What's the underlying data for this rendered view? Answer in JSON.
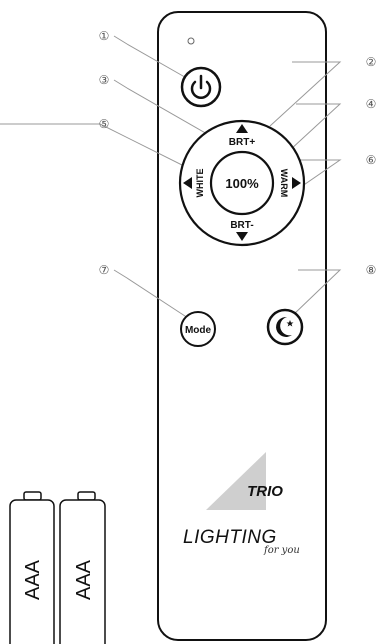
{
  "callouts": [
    {
      "id": "1",
      "text": "①"
    },
    {
      "id": "2",
      "text": "②"
    },
    {
      "id": "3",
      "text": "③"
    },
    {
      "id": "4",
      "text": "④"
    },
    {
      "id": "5",
      "text": "⑤"
    },
    {
      "id": "6",
      "text": "⑥"
    },
    {
      "id": "7",
      "text": "⑦"
    },
    {
      "id": "8",
      "text": "⑧"
    }
  ],
  "remote": {
    "dial": {
      "center_value": "100%",
      "top_label": "BRT+",
      "bottom_label": "BRT-",
      "left_label": "WHITE",
      "right_label": "WARM"
    },
    "mode_button_label": "Mode",
    "icons": [
      "power-icon",
      "moon-icon",
      "indicator-led",
      "arrow-up-icon",
      "arrow-down-icon",
      "arrow-left-icon",
      "arrow-right-icon"
    ]
  },
  "brand": {
    "logo_text": "TRIO",
    "wordmark": "LIGHTING",
    "tagline": "for you"
  },
  "batteries": [
    {
      "label": "AAA"
    },
    {
      "label": "AAA"
    }
  ],
  "colors": {
    "outline": "#111111",
    "leader_line": "#999999",
    "logo_gray": "#cfcfcf"
  }
}
